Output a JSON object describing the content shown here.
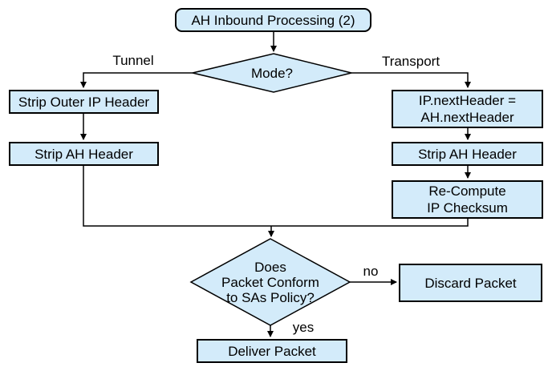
{
  "diagram": {
    "title": "AH Inbound Processing (2)",
    "nodes": {
      "start": "AH Inbound Processing (2)",
      "mode_decision": "Mode?",
      "strip_outer_ip": "Strip Outer IP Header",
      "strip_ah_tunnel": "Strip AH Header",
      "ip_next_header": "IP.nextHeader =\nAH.nextHeader",
      "strip_ah_transport": "Strip AH Header",
      "recompute_checksum": "Re-Compute\nIP Checksum",
      "policy_decision": "Does\nPacket Conform\nto SAs Policy?",
      "discard": "Discard Packet",
      "deliver": "Deliver Packet"
    },
    "edge_labels": {
      "tunnel": "Tunnel",
      "transport": "Transport",
      "no": "no",
      "yes": "yes"
    },
    "colors": {
      "node_fill": "#d3ebfa",
      "node_border": "#000000",
      "line": "#000000",
      "background": "#ffffff",
      "text": "#000000"
    }
  }
}
